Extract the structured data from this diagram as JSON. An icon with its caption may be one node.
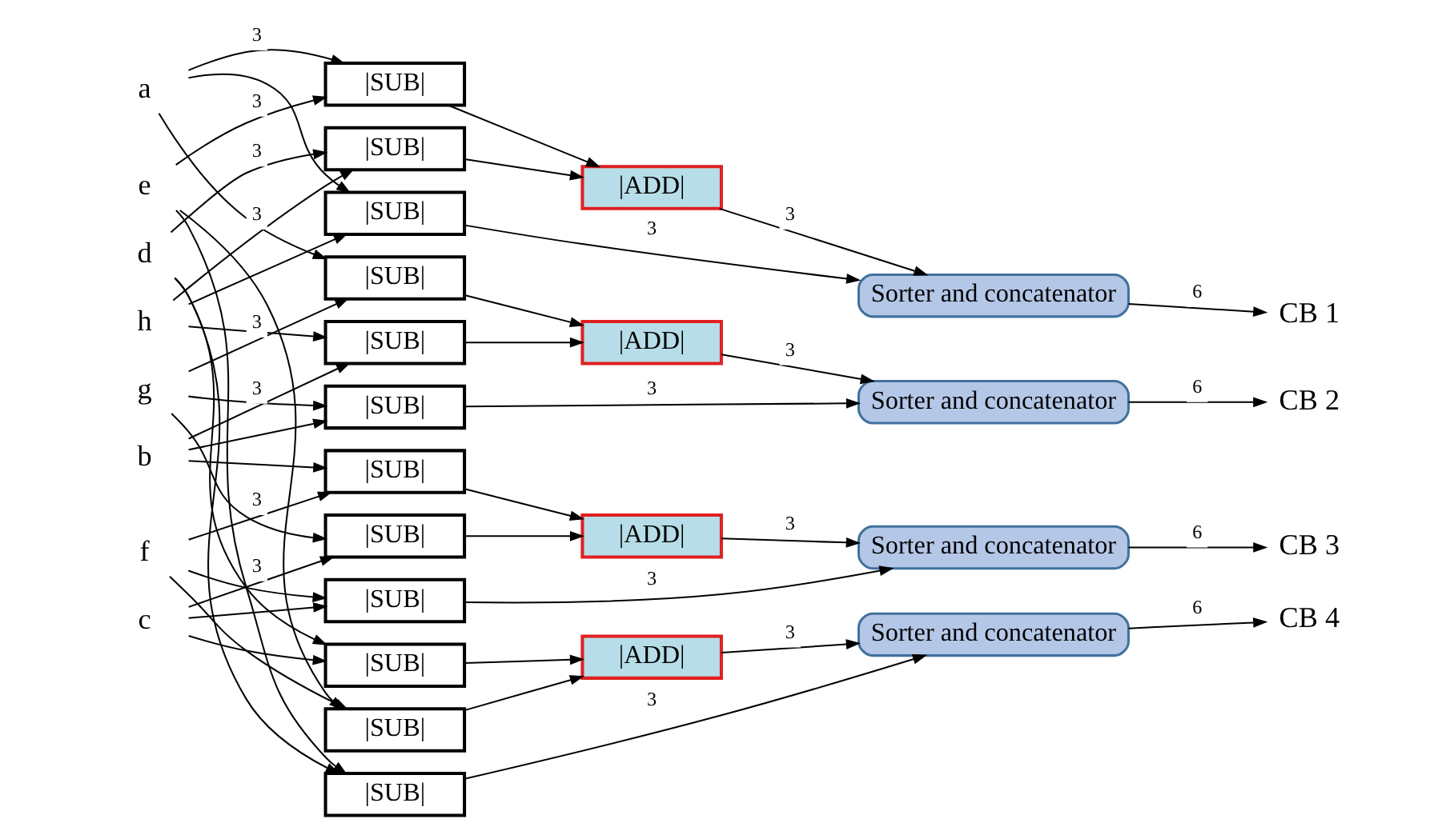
{
  "diagram": {
    "nodes": [
      {
        "text": [
          "a"
        ]
      },
      {
        "text": [
          "e"
        ]
      },
      {
        "text": [
          "d"
        ]
      },
      {
        "text": [
          "h"
        ]
      },
      {
        "text": [
          "g"
        ]
      },
      {
        "text": [
          "b"
        ]
      },
      {
        "text": [
          "f"
        ]
      },
      {
        "text": [
          "c"
        ]
      },
      {
        "text": [
          "|SUB|"
        ]
      },
      {
        "text": [
          "|SUB|"
        ]
      },
      {
        "text": [
          "|SUB|"
        ]
      },
      {
        "text": [
          "|SUB|"
        ]
      },
      {
        "text": [
          "|SUB|"
        ]
      },
      {
        "text": [
          "|SUB|"
        ]
      },
      {
        "text": [
          "|SUB|"
        ]
      },
      {
        "text": [
          "|SUB|"
        ]
      },
      {
        "text": [
          "|SUB|"
        ]
      },
      {
        "text": [
          "|SUB|"
        ]
      },
      {
        "text": [
          "|SUB|"
        ]
      },
      {
        "text": [
          "|SUB|"
        ]
      },
      {
        "text": [
          "|ADD|"
        ]
      },
      {
        "text": [
          "|ADD|"
        ]
      },
      {
        "text": [
          "|ADD|"
        ]
      },
      {
        "text": [
          "|ADD|"
        ]
      },
      {
        "text": [
          "Sorter and concatenator"
        ]
      },
      {
        "text": [
          "Sorter and concatenator"
        ]
      },
      {
        "text": [
          "Sorter and concatenator"
        ]
      },
      {
        "text": [
          "Sorter and concatenator"
        ]
      },
      {
        "text": [
          "CB 1"
        ]
      },
      {
        "text": [
          "CB 2"
        ]
      },
      {
        "text": [
          "CB 3"
        ]
      },
      {
        "text": [
          "CB 4"
        ]
      }
    ],
    "edges": [
      {
        "from": 0,
        "to": 8,
        "arrow": "to",
        "label": "3"
      },
      {
        "from": 1,
        "to": 8,
        "arrow": "to",
        "label": "3"
      },
      {
        "from": 2,
        "to": 9,
        "arrow": "to",
        "label": "3"
      },
      {
        "from": 3,
        "to": 9,
        "arrow": "to",
        "label": "3"
      },
      {
        "from": 0,
        "to": 10,
        "arrow": "to"
      },
      {
        "from": 3,
        "to": 10,
        "arrow": "to"
      },
      {
        "from": 4,
        "to": 11,
        "arrow": "to",
        "label": "3"
      },
      {
        "from": 0,
        "to": 11,
        "arrow": "to"
      },
      {
        "from": 5,
        "to": 12,
        "arrow": "to",
        "label": "3"
      },
      {
        "from": 3,
        "to": 12,
        "arrow": "to"
      },
      {
        "from": 5,
        "to": 13,
        "arrow": "to"
      },
      {
        "from": 4,
        "to": 13,
        "arrow": "to"
      },
      {
        "from": 6,
        "to": 14,
        "arrow": "to",
        "label": "3"
      },
      {
        "from": 5,
        "to": 14,
        "arrow": "to"
      },
      {
        "from": 7,
        "to": 15,
        "arrow": "to",
        "label": "3"
      },
      {
        "from": 4,
        "to": 15,
        "arrow": "to"
      },
      {
        "from": 6,
        "to": 16,
        "arrow": "to"
      },
      {
        "from": 7,
        "to": 16,
        "arrow": "to"
      },
      {
        "from": 2,
        "to": 17,
        "arrow": "to"
      },
      {
        "from": 7,
        "to": 17,
        "arrow": "to"
      },
      {
        "from": 6,
        "to": 18,
        "arrow": "to"
      },
      {
        "from": 1,
        "to": 18,
        "arrow": "to"
      },
      {
        "from": 2,
        "to": 19,
        "arrow": "to"
      },
      {
        "from": 1,
        "to": 19,
        "arrow": "to"
      },
      {
        "from": 8,
        "to": 20,
        "arrow": "to"
      },
      {
        "from": 9,
        "to": 20,
        "arrow": "to"
      },
      {
        "from": 11,
        "to": 21,
        "arrow": "to"
      },
      {
        "from": 12,
        "to": 21,
        "arrow": "to"
      },
      {
        "from": 14,
        "to": 22,
        "arrow": "to"
      },
      {
        "from": 15,
        "to": 22,
        "arrow": "to"
      },
      {
        "from": 17,
        "to": 23,
        "arrow": "to"
      },
      {
        "from": 18,
        "to": 23,
        "arrow": "to"
      },
      {
        "from": 20,
        "to": 24,
        "arrow": "to",
        "label": "3"
      },
      {
        "from": 10,
        "to": 24,
        "arrow": "to",
        "label": "3"
      },
      {
        "from": 21,
        "to": 25,
        "arrow": "to",
        "label": "3"
      },
      {
        "from": 13,
        "to": 25,
        "arrow": "to",
        "label": "3"
      },
      {
        "from": 22,
        "to": 26,
        "arrow": "to",
        "label": "3"
      },
      {
        "from": 16,
        "to": 26,
        "arrow": "to",
        "label": "3"
      },
      {
        "from": 23,
        "to": 27,
        "arrow": "to",
        "label": "3"
      },
      {
        "from": 19,
        "to": 27,
        "arrow": "to",
        "label": "3"
      },
      {
        "from": 24,
        "to": 28,
        "arrow": "to",
        "label": "6"
      },
      {
        "from": 25,
        "to": 29,
        "arrow": "to",
        "label": "6"
      },
      {
        "from": 26,
        "to": 30,
        "arrow": "to",
        "label": "6"
      },
      {
        "from": 27,
        "to": 31,
        "arrow": "to",
        "label": "6"
      }
    ]
  }
}
